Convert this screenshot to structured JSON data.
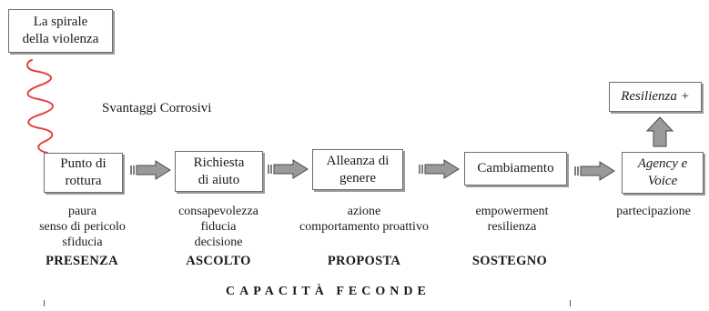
{
  "title_box": [
    "La spirale",
    "della violenza"
  ],
  "spiral_label": "Svantaggi Corrosivi",
  "resilience_label": "Resilienza +",
  "stages": [
    {
      "lines": [
        "Punto di",
        "rottura"
      ],
      "details": [
        "paura",
        "senso di pericolo",
        "sfiducia"
      ],
      "caption": "PRESENZA"
    },
    {
      "lines": [
        "Richiesta",
        "di aiuto"
      ],
      "details": [
        "consapevolezza",
        "fiducia",
        "decisione"
      ],
      "caption": "ASCOLTO"
    },
    {
      "lines": [
        "Alleanza di",
        "genere"
      ],
      "details": [
        "azione",
        "comportamento proattivo"
      ],
      "caption": "PROPOSTA"
    },
    {
      "lines": [
        "Cambiamento"
      ],
      "details": [
        "empowerment",
        "resilienza"
      ],
      "caption": "SOSTEGNO"
    },
    {
      "lines": [
        "Agency e",
        "Voice"
      ],
      "details": [
        "partecipazione"
      ],
      "caption": ""
    }
  ],
  "footer": "CAPACITÀ FECONDE",
  "colors": {
    "spiral": "#e8413c",
    "arrow_fill": "#9a9a9a",
    "arrow_stroke": "#4a4a4a",
    "border": "#6e6e6e"
  }
}
